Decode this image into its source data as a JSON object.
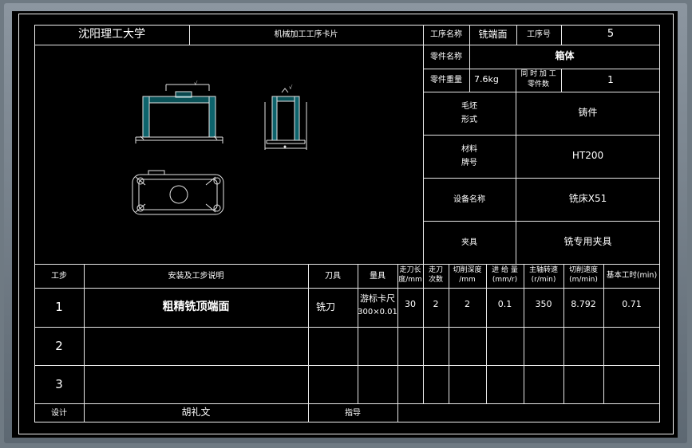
{
  "header": {
    "university": "沈阳理工大学",
    "card_title": "机械加工工序卡片",
    "process_name_label": "工序名称",
    "process_name_value": "铣端面",
    "process_no_label": "工序号",
    "process_no_value": "5",
    "part_name_label": "零件名称",
    "part_name_value": "箱体",
    "part_weight_label": "零件重量",
    "part_weight_value": "7.6kg",
    "simul_label_1": "同 时 加 工",
    "simul_label_2": "零件数",
    "simul_value": "1"
  },
  "side": {
    "blank_label_1": "毛坯",
    "blank_label_2": "形式",
    "blank_value": "铸件",
    "material_label_1": "材料",
    "material_label_2": "牌号",
    "material_value": "HT200",
    "equipment_label": "设备名称",
    "equipment_value": "铣床X51",
    "fixture_label": "夹具",
    "fixture_value": "铣专用夹具"
  },
  "table": {
    "headers": {
      "step": "工步",
      "desc": "安装及工步说明",
      "tool": "刀具",
      "gauge": "量具",
      "pass_len_1": "走刀长",
      "pass_len_2": "度/mm",
      "passes_1": "走刀",
      "passes_2": "次数",
      "depth_1": "切削深度",
      "depth_2": "/mm",
      "feed_1": "进 给 量",
      "feed_2": "(mm/r)",
      "speed_1": "主轴转速",
      "speed_2": "(r/min)",
      "cut_speed_1": "切削速度",
      "cut_speed_2": "(m/min)",
      "time": "基本工时(min)"
    },
    "rows": [
      {
        "step": "1",
        "desc": "粗精铣顶端面",
        "tool": "铣刀",
        "gauge_1": "游标卡尺",
        "gauge_2": "300×0.01",
        "pass_len": "30",
        "passes": "2",
        "depth": "2",
        "feed": "0.1",
        "speed": "350",
        "cut_speed": "8.792",
        "time": "0.71"
      },
      {
        "step": "2"
      },
      {
        "step": "3"
      }
    ]
  },
  "footer": {
    "design_label": "设计",
    "designer": "胡礼文",
    "guide_label": "指导",
    "guide_value": ""
  },
  "drawing": {
    "dim_mark_1": "√",
    "dim_mark_2": "√"
  }
}
